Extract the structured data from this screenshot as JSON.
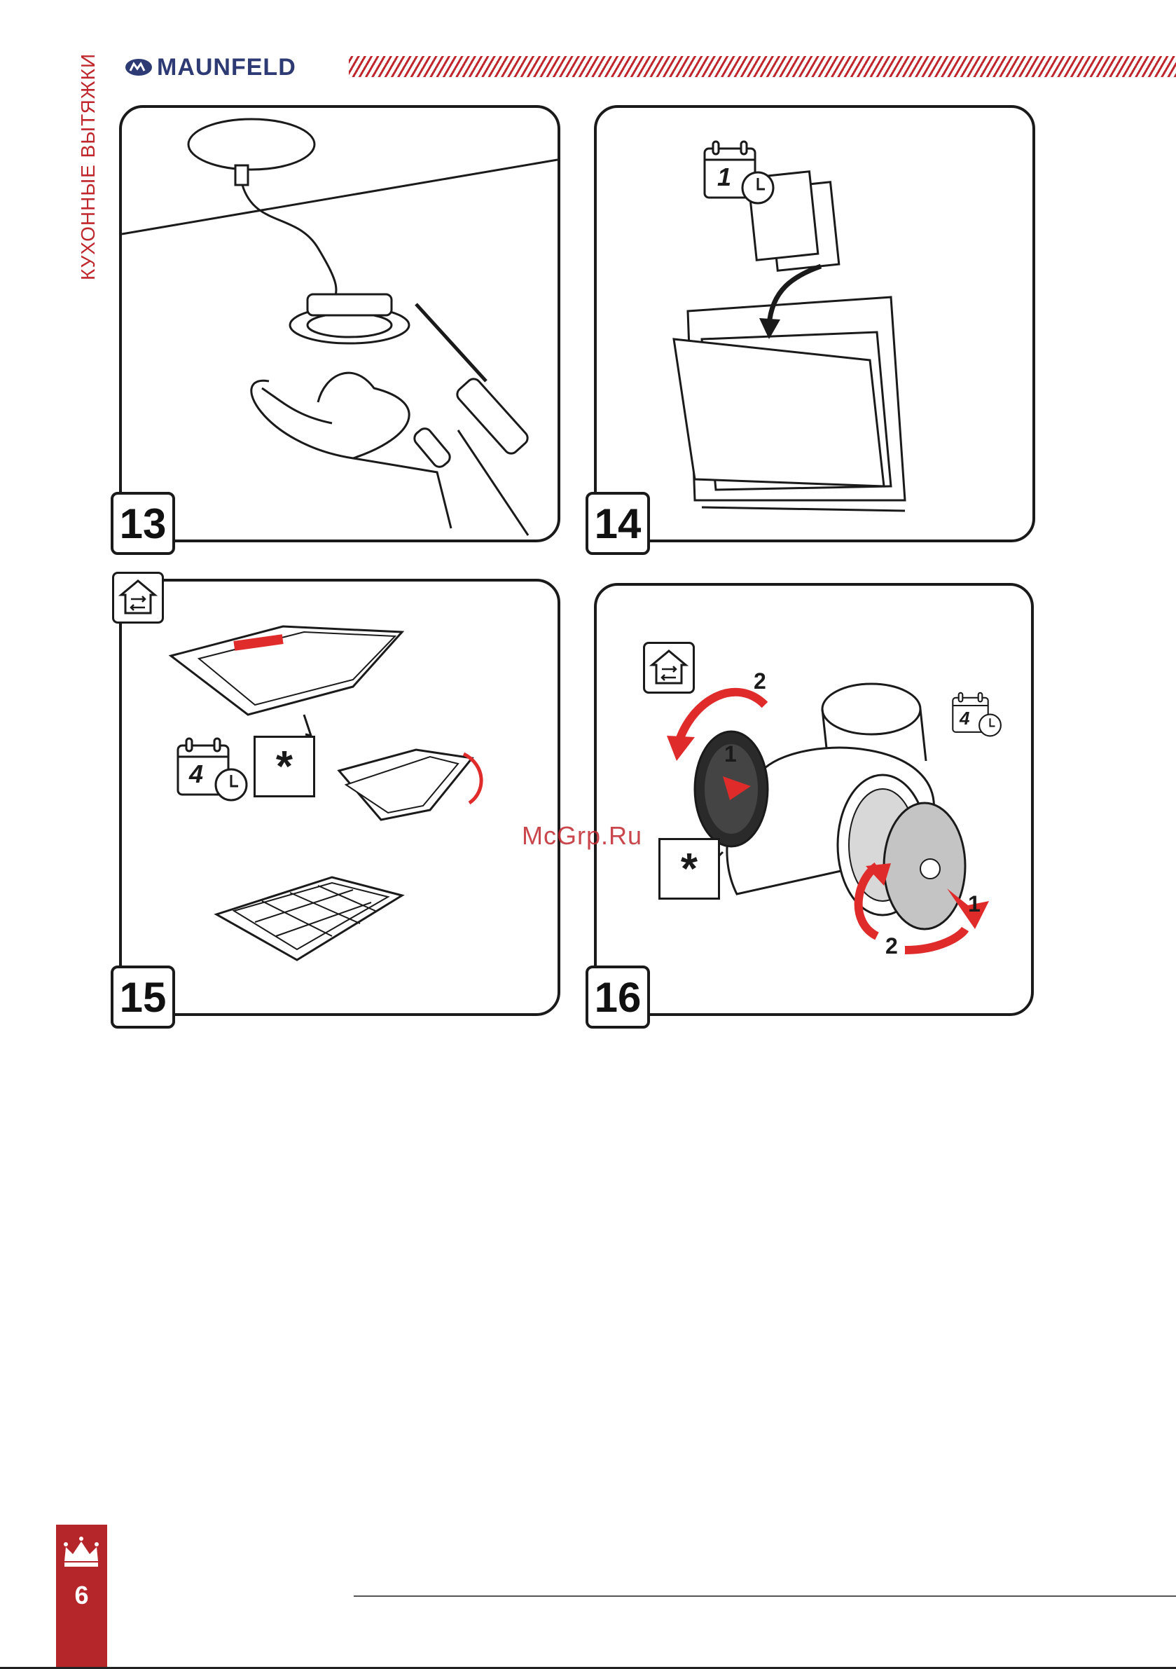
{
  "header": {
    "side_title": "КУХОННЫЕ ВЫТЯЖКИ",
    "brand": "MAUNFELD",
    "accent_color": "#c0272d",
    "brand_color": "#2d3a74"
  },
  "panels": [
    {
      "number": "13",
      "icon": "ceiling-light-replacement-illustration"
    },
    {
      "number": "14",
      "icon": "dishwasher-filter-wash-illustration",
      "calendar_label": "1"
    },
    {
      "number": "15",
      "icon": "grease-filter-removal-illustration",
      "calendar_label": "4",
      "note": "*"
    },
    {
      "number": "16",
      "icon": "carbon-filter-replacement-illustration",
      "calendar_label": "4",
      "note": "*",
      "step_labels": [
        "1",
        "2",
        "1",
        "2"
      ]
    }
  ],
  "watermark": "McGrp.Ru",
  "footer": {
    "page_number": "6",
    "crown_icon": "crown-icon"
  }
}
